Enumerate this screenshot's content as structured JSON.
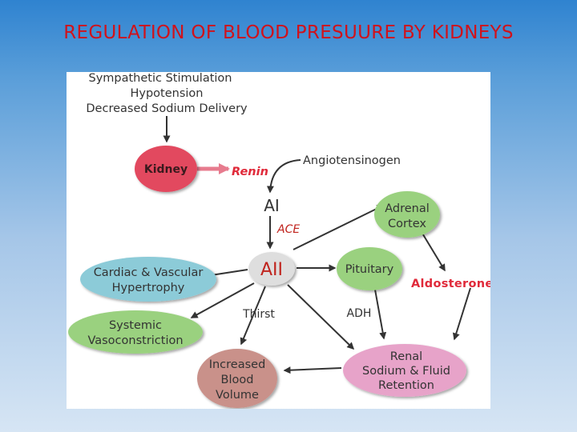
{
  "title": "REGULATION OF BLOOD PRESUURE BY KIDNEYS",
  "triggers": [
    "Sympathetic Stimulation",
    "Hypotension",
    "Decreased Sodium Delivery"
  ],
  "nodes": {
    "kidney": {
      "label": "Kidney",
      "color": "#e24a5f"
    },
    "renin": {
      "label": "Renin",
      "color": "#e02a3a"
    },
    "angiotensinogen": {
      "label": "Angiotensinogen"
    },
    "ai": {
      "label": "AI"
    },
    "ace": {
      "label": "ACE",
      "color": "#c0241e"
    },
    "aii": {
      "label": "AII",
      "color": "#c0241e"
    },
    "adrenal_cortex": {
      "line1": "Adrenal",
      "line2": "Cortex",
      "color": "#9ad17f"
    },
    "pituitary": {
      "label": "Pituitary",
      "color": "#9ad17f"
    },
    "aldosterone": {
      "label": "Aldosterone",
      "color": "#e02a3a"
    },
    "cardiac": {
      "line1": "Cardiac & Vascular",
      "line2": "Hypertrophy",
      "color": "#8ccbd8"
    },
    "thirst": {
      "label": "Thirst"
    },
    "adh": {
      "label": "ADH"
    },
    "systemic": {
      "line1": "Systemic",
      "line2": "Vasoconstriction",
      "color": "#9ad17f"
    },
    "renal": {
      "line1": "Renal",
      "line2": "Sodium & Fluid",
      "line3": "Retention",
      "color": "#e7a3c9"
    },
    "blood_volume": {
      "line1": "Increased",
      "line2": "Blood",
      "line3": "Volume",
      "color": "#c9918a"
    }
  }
}
